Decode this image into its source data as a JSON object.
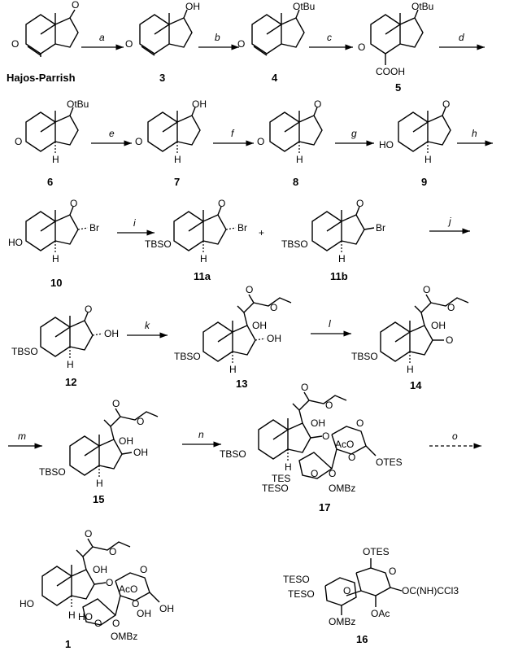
{
  "compounds": [
    {
      "id": "hp",
      "label": "Hajos-Parrish",
      "atoms": [
        "O",
        "O"
      ]
    },
    {
      "id": "c3",
      "label": "3",
      "atoms": [
        "OH",
        "O"
      ]
    },
    {
      "id": "c4",
      "label": "4",
      "atoms": [
        "OtBu",
        "O"
      ]
    },
    {
      "id": "c5",
      "label": "5",
      "atoms": [
        "OtBu",
        "O",
        "COOH"
      ]
    },
    {
      "id": "c6",
      "label": "6",
      "atoms": [
        "OtBu",
        "O",
        "H"
      ]
    },
    {
      "id": "c7",
      "label": "7",
      "atoms": [
        "OH",
        "O",
        "H"
      ]
    },
    {
      "id": "c8",
      "label": "8",
      "atoms": [
        "O",
        "O",
        "H"
      ]
    },
    {
      "id": "c9",
      "label": "9",
      "atoms": [
        "O",
        "HO",
        "H"
      ]
    },
    {
      "id": "c10",
      "label": "10",
      "atoms": [
        "O",
        "Br",
        "HO",
        "H"
      ]
    },
    {
      "id": "c11a",
      "label": "11a",
      "atoms": [
        "O",
        "Br",
        "TBSO",
        "H"
      ]
    },
    {
      "id": "c11b",
      "label": "11b",
      "atoms": [
        "O",
        "Br",
        "TBSO",
        "H"
      ]
    },
    {
      "id": "c12",
      "label": "12",
      "atoms": [
        "O",
        "OH",
        "TBSO",
        "H"
      ]
    },
    {
      "id": "c13",
      "label": "13",
      "atoms": [
        "O",
        "O",
        "OH",
        "OH",
        "TBSO",
        "H"
      ]
    },
    {
      "id": "c14",
      "label": "14",
      "atoms": [
        "O",
        "O",
        "OH",
        "O",
        "TBSO",
        "H"
      ]
    },
    {
      "id": "c15",
      "label": "15",
      "atoms": [
        "O",
        "O",
        "OH",
        "OH",
        "TBSO",
        "H"
      ]
    },
    {
      "id": "c17",
      "label": "17",
      "atoms": [
        "O",
        "O",
        "OH",
        "O",
        "O",
        "AcO",
        "O",
        "OTES",
        "TBSO",
        "H",
        "TES",
        "TESO",
        "O",
        "O",
        "OMBz"
      ]
    },
    {
      "id": "c1",
      "label": "1",
      "atoms": [
        "O",
        "O",
        "OH",
        "O",
        "O",
        "AcO",
        "O",
        "OH",
        "HO",
        "H",
        "HO",
        "O",
        "O",
        "OH",
        "OMBz"
      ]
    },
    {
      "id": "c16",
      "label": "16",
      "atoms": [
        "OTES",
        "O",
        "TESO",
        "TESO",
        "O",
        "OMBz",
        "OAc",
        "OC(NH)CCl3"
      ]
    }
  ],
  "steps": [
    "a",
    "b",
    "c",
    "d",
    "e",
    "f",
    "g",
    "h",
    "i",
    "j",
    "k",
    "l",
    "m",
    "n",
    "o"
  ],
  "plus_sign": "+"
}
